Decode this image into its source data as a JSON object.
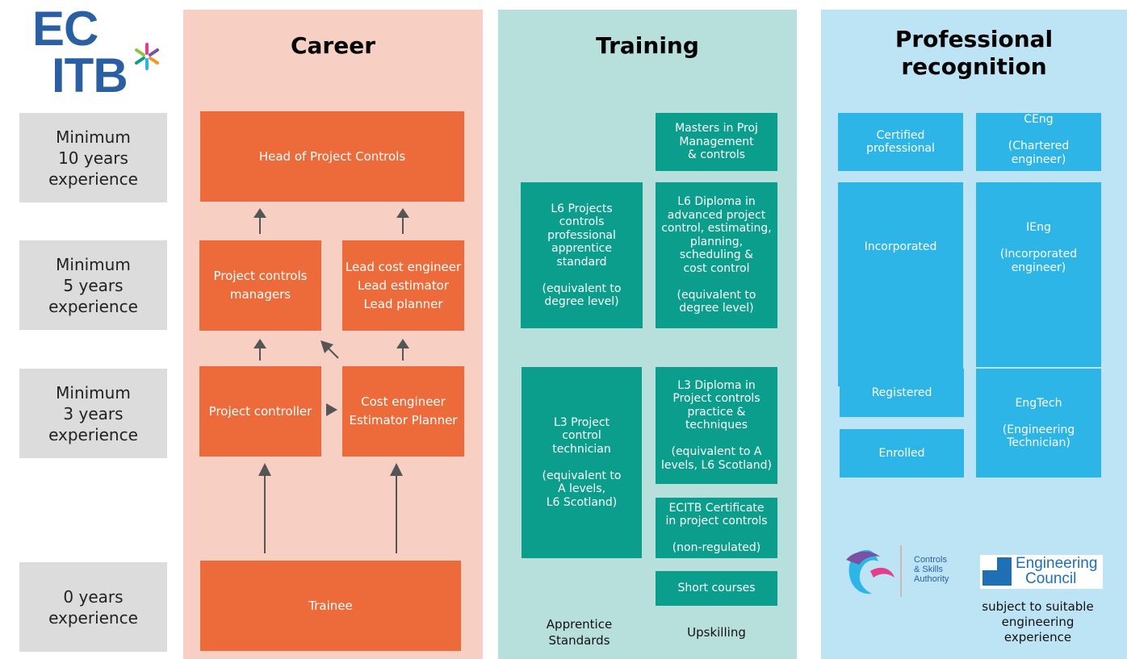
{
  "logo": {
    "line1": "EC",
    "line2": "ITB",
    "star": "✱"
  },
  "experience": [
    "Minimum\n10 years\nexperience",
    "Minimum\n5 years\nexperience",
    "Minimum\n3 years\nexperience",
    "0 years\nexperience"
  ],
  "career": {
    "title": "Career",
    "head": "Head of Project Controls",
    "managers": "Project controls\nmanagers",
    "leads": "Lead cost engineer\nLead estimator\nLead planner",
    "controller": "Project controller",
    "cost": "Cost engineer\nEstimator Planner",
    "trainee": "Trainee"
  },
  "training": {
    "title": "Training",
    "masters": "Masters in Proj\nManagement\n& controls",
    "l6_apprentice": "L6 Projects\ncontrols\nprofessional\napprentice\nstandard\n\n(equivalent to\ndegree level)",
    "l6_diploma": "L6 Diploma in\nadvanced project\ncontrol, estimating,\nplanning,\nscheduling &\ncost control\n\n(equivalent to\ndegree level)",
    "l3_technician": "L3 Project\ncontrol\ntechnician\n\n(equivalent to\nA levels,\nL6 Scotland)",
    "l3_diploma": "L3 Diploma in\nProject controls\npractice &\ntechniques\n\n(equivalent to A\nlevels, L6 Scotland)",
    "ecitb_cert": "ECITB Certificate\nin project controls\n\n(non-regulated)",
    "short_courses": "Short courses",
    "footer_left": "Apprentice\nStandards",
    "footer_right": "Upskilling"
  },
  "recognition": {
    "title": "Professional\nrecognition",
    "certified": "Certified\nprofessional",
    "ceng": "CEng\n\n(Chartered\nengineer)",
    "incorporated": "Incorporated",
    "ieng": "IEng\n\n(Incorporated\nengineer)",
    "registered": "Registered",
    "enrolled": "Enrolled",
    "engtech": "EngTech\n\n(Engineering\nTechnician)",
    "csa_logo": "Controls\n& Skills\nAuthority",
    "ec_logo_1": "Engineering",
    "ec_logo_2": "Council",
    "note": "subject to suitable\nengineering\nexperience"
  },
  "colors": {
    "career_bg": "#f8d0c3",
    "training_bg": "#b7e0dd",
    "recognition_bg": "#bde4f5",
    "career_box": "#ed6b3a",
    "training_box": "#0b9e8c",
    "recognition_box": "#2db5e8",
    "experience_box": "#dcdcdc",
    "logo_blue": "#2b5fa4"
  }
}
